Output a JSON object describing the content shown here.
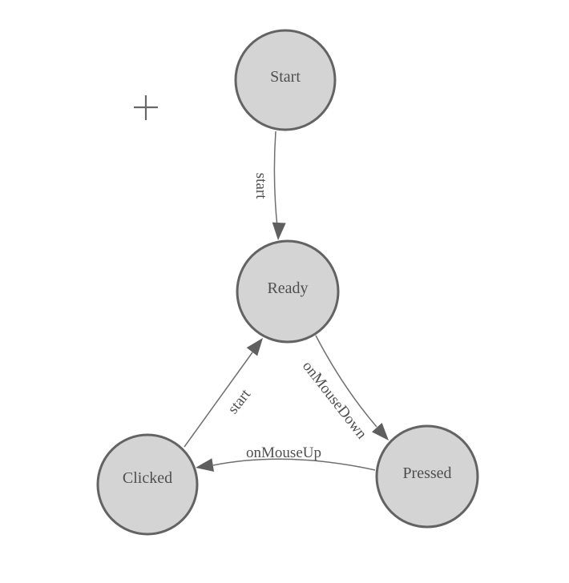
{
  "colors": {
    "background": "#ffffff",
    "node_fill": "#d4d4d4",
    "node_stroke": "#636363",
    "edge_line": "#6f6f6f",
    "arrow_fill": "#5f5f5f",
    "label_text": "#4f4f4f",
    "crosshair": "#686868"
  },
  "icons": {
    "crosshair": "+"
  },
  "nodes": [
    {
      "id": "start",
      "label": "Start"
    },
    {
      "id": "ready",
      "label": "Ready"
    },
    {
      "id": "clicked",
      "label": "Clicked"
    },
    {
      "id": "pressed",
      "label": "Pressed"
    }
  ],
  "edges": [
    {
      "from": "start",
      "to": "ready",
      "label": "start"
    },
    {
      "from": "clicked",
      "to": "ready",
      "label": "start"
    },
    {
      "from": "ready",
      "to": "pressed",
      "label": "onMouseDown"
    },
    {
      "from": "pressed",
      "to": "clicked",
      "label": "onMouseUp"
    }
  ]
}
